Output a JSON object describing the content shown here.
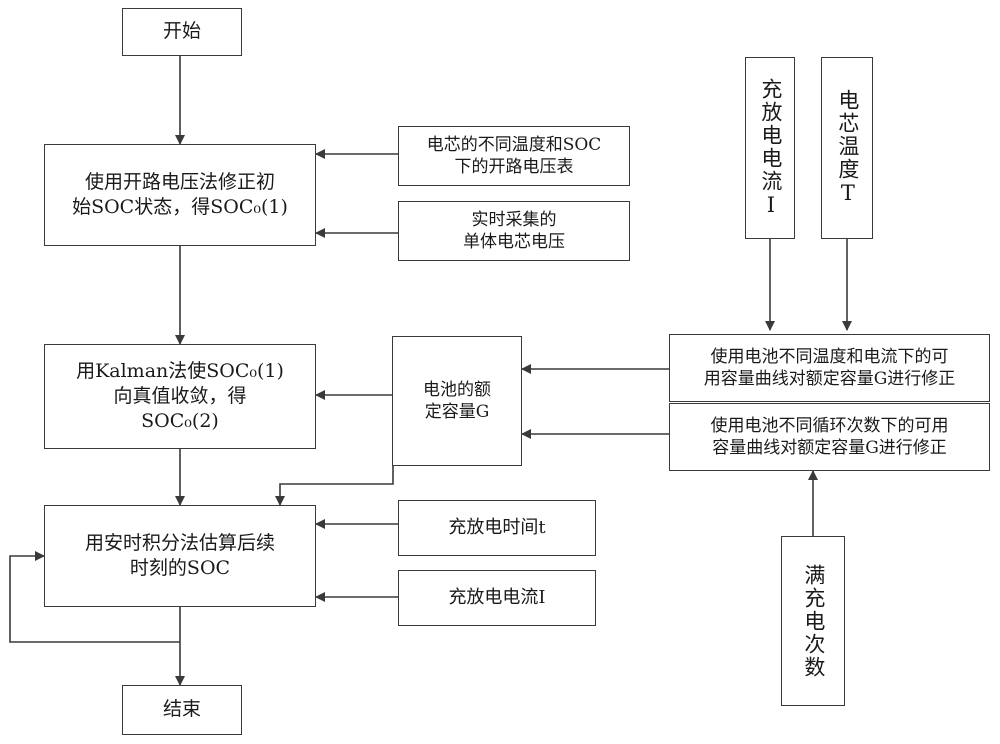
{
  "start": "开始",
  "end": "结束",
  "ocv_correction": {
    "line1": "使用开路电压法修正初",
    "line2": "始SOC状态，得SOC₀(1)"
  },
  "ocv_table": {
    "line1": "电芯的不同温度和SOC",
    "line2": "下的开路电压表"
  },
  "realtime_voltage": {
    "line1": "实时采集的",
    "line2": "单体电芯电压"
  },
  "kalman": {
    "line1": "用Kalman法使SOC₀(1)",
    "line2": "向真值收敛，得",
    "line3": "SOC₀(2)"
  },
  "rated_capacity": {
    "line1": "电池的额",
    "line2": "定容量G"
  },
  "temp_current_correction": {
    "line1": "使用电池不同温度和电流下的可",
    "line2": "用容量曲线对额定容量G进行修正"
  },
  "cycle_correction": {
    "line1": "使用电池不同循环次数下的可用",
    "line2": "容量曲线对额定容量G进行修正"
  },
  "ah_integration": {
    "line1": "用安时积分法估算后续",
    "line2": "时刻的SOC"
  },
  "charge_time": "充放电时间t",
  "charge_current_input": "充放电电流I",
  "current_source": "充放电电流I",
  "temperature_source": "电芯温度T",
  "full_charge_count": "满充电次数"
}
